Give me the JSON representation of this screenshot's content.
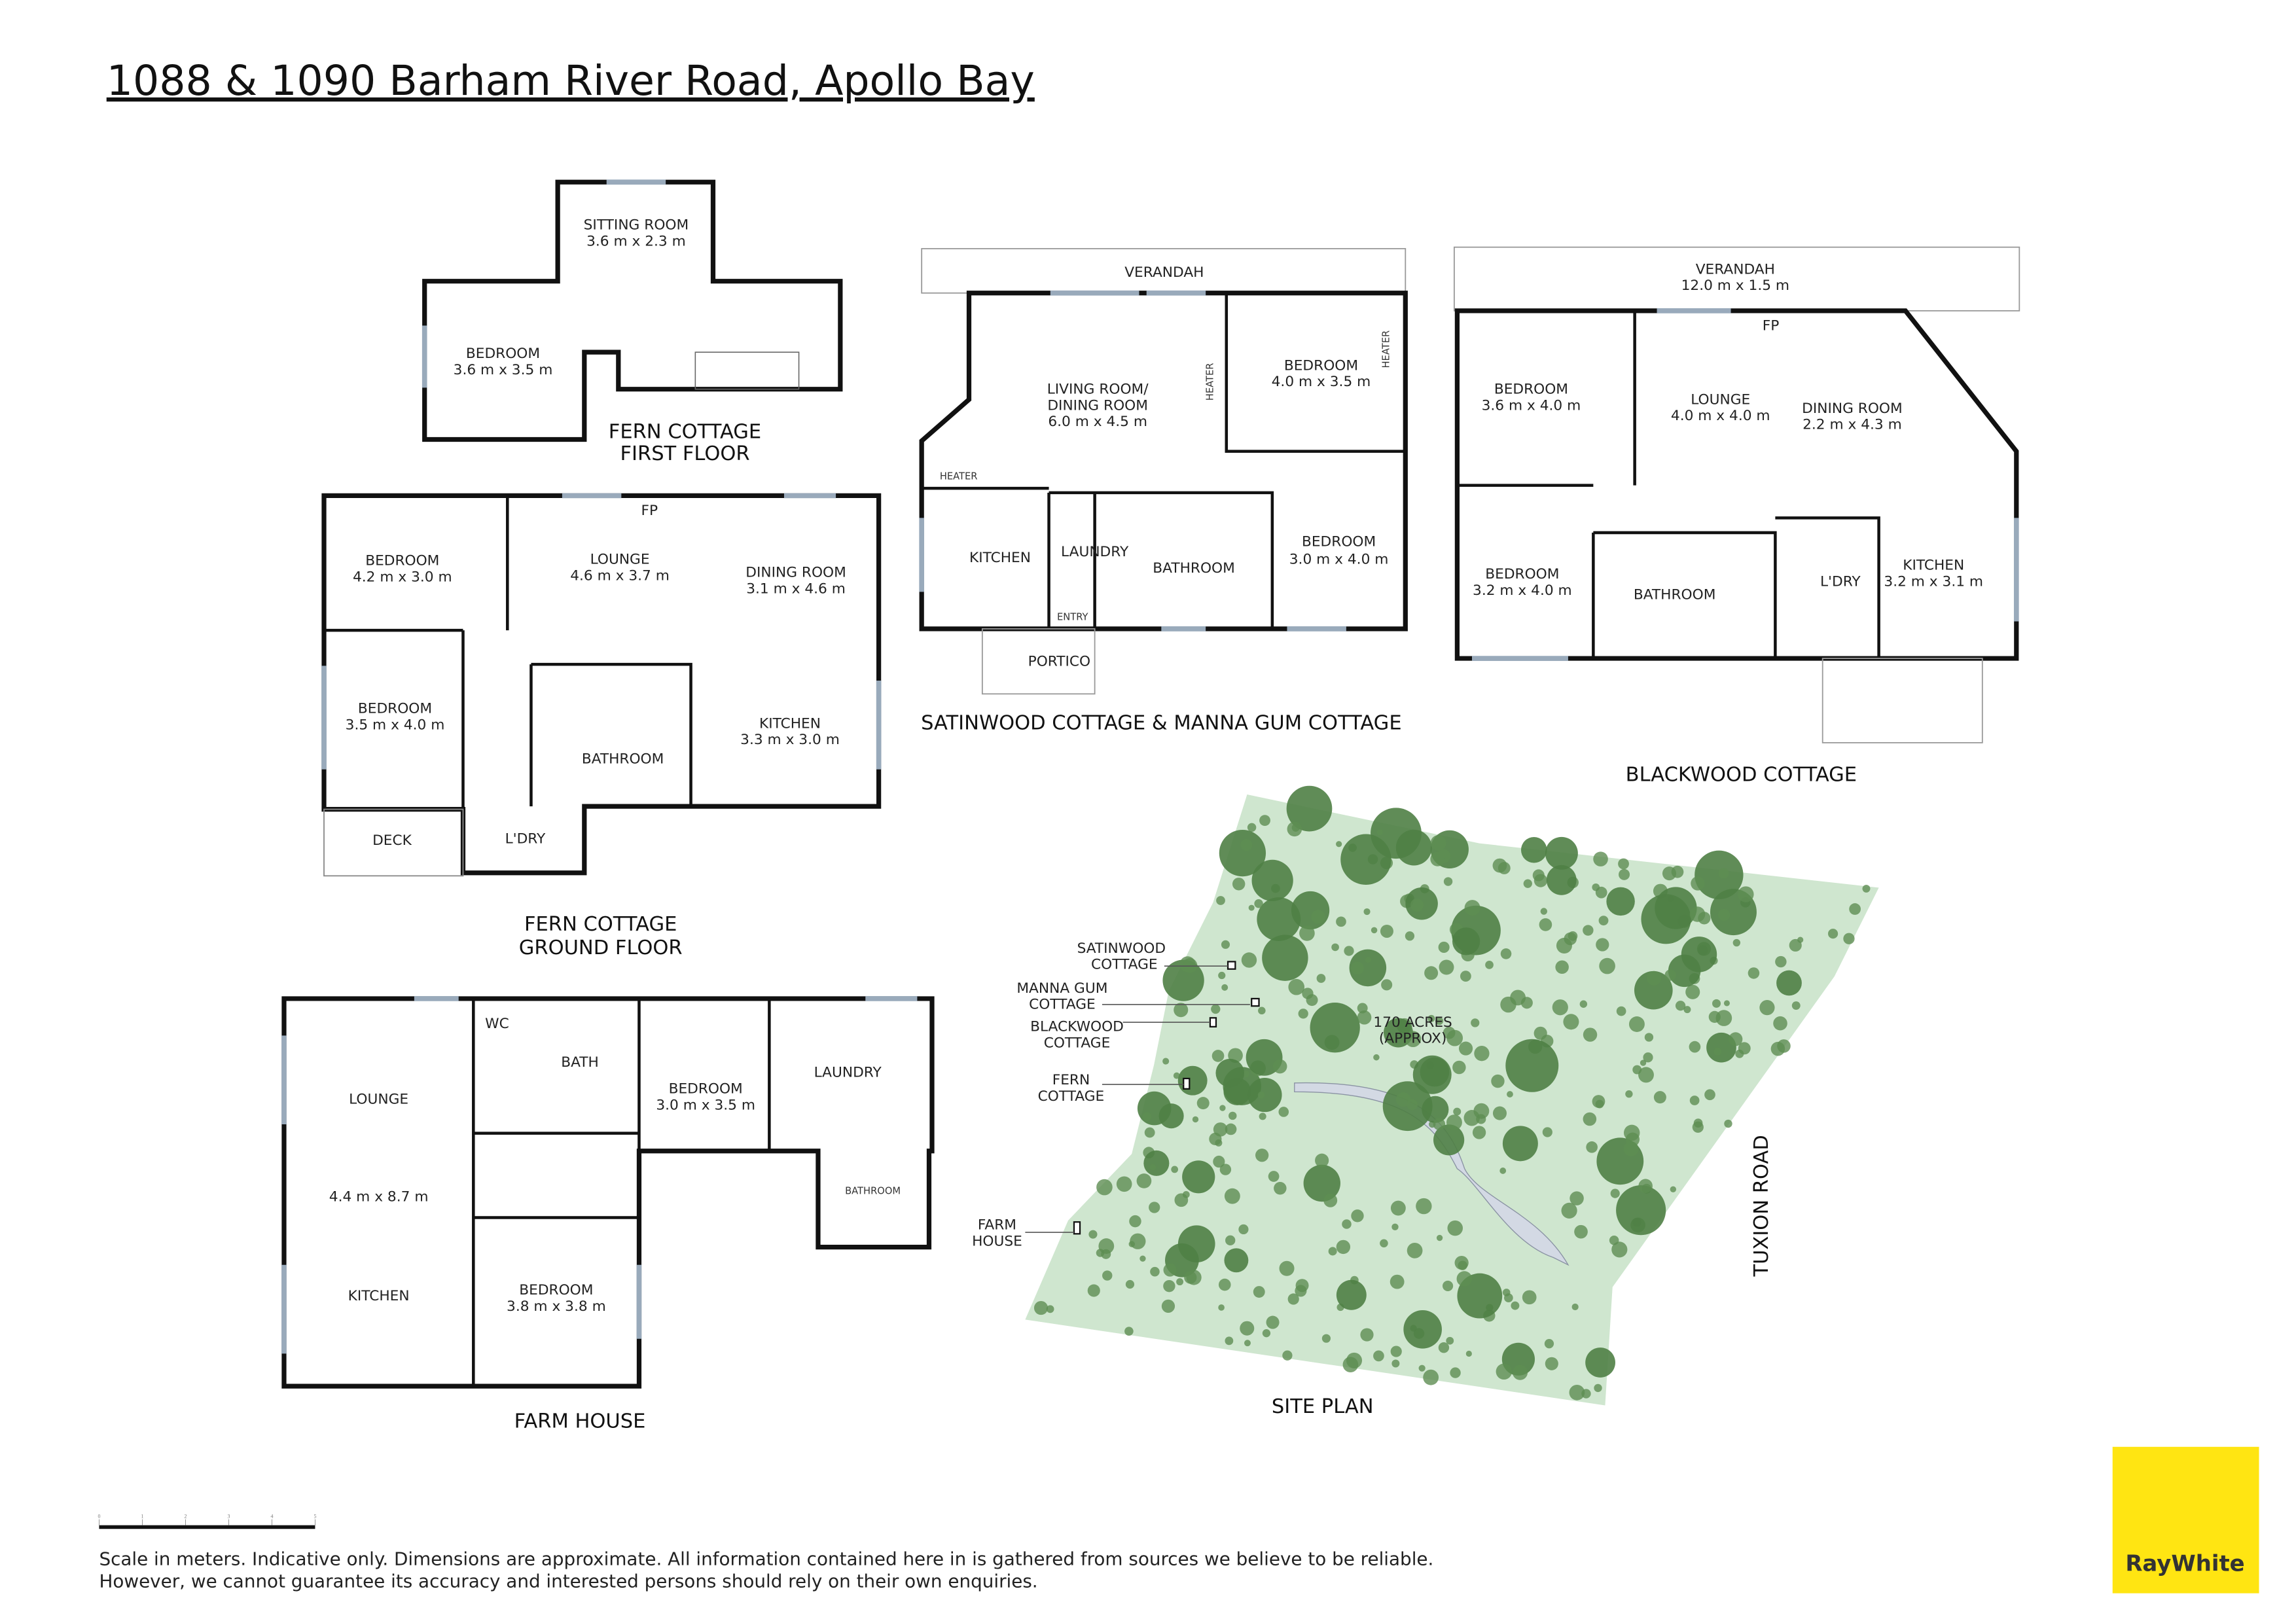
{
  "title": "1088 & 1090 Barham River Road, Apollo Bay",
  "fern_first": {
    "caption": [
      "FERN COTTAGE",
      "FIRST FLOOR"
    ],
    "rooms": [
      {
        "name": "SITTING ROOM",
        "dims": "3.6 m x 2.3 m"
      },
      {
        "name": "BEDROOM",
        "dims": "3.6 m x 3.5 m"
      }
    ]
  },
  "fern_ground": {
    "caption": [
      "FERN COTTAGE",
      "GROUND FLOOR"
    ],
    "rooms": [
      {
        "name": "BEDROOM",
        "dims": "4.2 m x 3.0 m"
      },
      {
        "name": "LOUNGE",
        "dims": "4.6 m x 3.7 m"
      },
      {
        "name": "DINING ROOM",
        "dims": "3.1 m x 4.6 m"
      },
      {
        "name": "BEDROOM",
        "dims": "3.5 m x 4.0 m"
      },
      {
        "name": "KITCHEN",
        "dims": "3.3 m x 3.0 m"
      },
      {
        "name": "BATHROOM"
      },
      {
        "name": "DECK"
      },
      {
        "name": "L'DRY"
      }
    ],
    "fireplace": "FP"
  },
  "satinwood": {
    "caption": "SATINWOOD COTTAGE & MANNA GUM COTTAGE",
    "verandah": "VERANDAH",
    "rooms": [
      {
        "name": "LIVING ROOM/",
        "name2": "DINING ROOM",
        "dims": "6.0 m x 4.5 m"
      },
      {
        "name": "BEDROOM",
        "dims": "4.0 m x 3.5 m"
      },
      {
        "name": "KITCHEN"
      },
      {
        "name": "LAUNDRY"
      },
      {
        "name": "BATHROOM"
      },
      {
        "name": "BEDROOM",
        "dims": "3.0 m x 4.0 m"
      },
      {
        "name": "ENTRY"
      },
      {
        "name": "PORTICO"
      }
    ],
    "heater": "HEATER"
  },
  "blackwood": {
    "caption": "BLACKWOOD COTTAGE",
    "verandah": {
      "name": "VERANDAH",
      "dims": "12.0 m x 1.5 m"
    },
    "fireplace": "FP",
    "rooms": [
      {
        "name": "BEDROOM",
        "dims": "3.6 m x 4.0 m"
      },
      {
        "name": "LOUNGE",
        "dims": "4.0 m x 4.0 m"
      },
      {
        "name": "DINING ROOM",
        "dims": "2.2 m x 4.3 m"
      },
      {
        "name": "BEDROOM",
        "dims": "3.2 m x 4.0 m"
      },
      {
        "name": "BATHROOM"
      },
      {
        "name": "L'DRY"
      },
      {
        "name": "KITCHEN",
        "dims": "3.2 m x 3.1 m"
      }
    ]
  },
  "farmhouse": {
    "caption": "FARM HOUSE",
    "rooms": [
      {
        "name": "LOUNGE"
      },
      {
        "dims": "4.4 m x 8.7 m"
      },
      {
        "name": "KITCHEN"
      },
      {
        "name": "WC"
      },
      {
        "name": "BATH"
      },
      {
        "name": "BEDROOM",
        "dims": "3.0 m x 3.5 m"
      },
      {
        "name": "LAUNDRY"
      },
      {
        "name": "BATHROOM"
      },
      {
        "name": "BEDROOM",
        "dims": "3.8 m x 3.8 m"
      }
    ]
  },
  "site_plan": {
    "caption": "SITE PLAN",
    "labels": [
      [
        "SATINWOOD",
        "COTTAGE"
      ],
      [
        "MANNA GUM",
        "COTTAGE"
      ],
      [
        "BLACKWOOD",
        "COTTAGE"
      ],
      [
        "FERN",
        "COTTAGE"
      ],
      [
        "FARM",
        "HOUSE"
      ]
    ],
    "area": [
      "170 ACRES",
      "(APPROX)"
    ],
    "road": "TUXION ROAD",
    "colors": {
      "land": "#cfe6cf",
      "tree": "#4f7f45",
      "water": "#d3d9e4"
    }
  },
  "scale_bar": {
    "ticks": [
      "0",
      "1",
      "2",
      "3",
      "4",
      "5"
    ],
    "unit": "meters"
  },
  "disclaimer": [
    "Scale in meters. Indicative only. Dimensions are approximate. All information contained here in is gathered from sources we believe to be reliable.",
    "However, we cannot guarantee its accuracy and interested persons should rely on their own enquiries."
  ],
  "logo": {
    "text": "RayWhite",
    "color": "#ffe512"
  }
}
